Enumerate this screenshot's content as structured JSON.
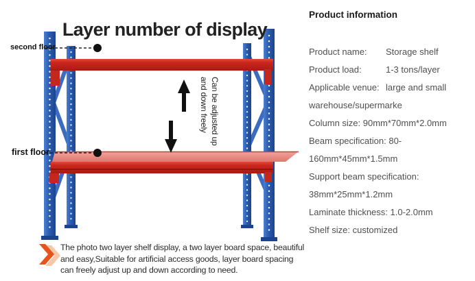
{
  "diagram": {
    "title": "Layer number of display",
    "second_floor_label": "second floor",
    "first_floor_label": "first floor",
    "adjust_note_line1": "Can be adjusted up",
    "adjust_note_line2": "and down freely",
    "caption": "The photo two layer shelf display, a two layer board space, beautiful and easy,Suitable for artificial access goods, layer board spacing can freely adjust up and down according to need.",
    "colors": {
      "frame_blue": "#2d5fb4",
      "brace_blue": "#3c6cc0",
      "beam_red": "#c3271e",
      "panel_pink": "#ef9d96",
      "arrow_black": "#111111",
      "chevron_orange": "#e4541c",
      "chevron_light": "#f6c7a9"
    }
  },
  "product_info": {
    "heading": "Product information",
    "rows": [
      {
        "label": "Product name:",
        "value": "Storage shelf"
      },
      {
        "label": "Product load:",
        "value": "1-3 tons/layer"
      },
      {
        "label": "Applicable venue:",
        "value": "large and small"
      },
      {
        "text": "warehouse/supermarke"
      },
      {
        "text": "Column size:  90mm*70mm*2.0mm"
      },
      {
        "text": "Beam specification: 80-"
      },
      {
        "text": "160mm*45mm*1.5mm"
      },
      {
        "text": "Support beam specification:"
      },
      {
        "text": "38mm*25mm*1.2mm"
      },
      {
        "text": "Laminate thickness: 1.0-2.0mm"
      },
      {
        "text": "Shelf size: customized"
      }
    ]
  }
}
